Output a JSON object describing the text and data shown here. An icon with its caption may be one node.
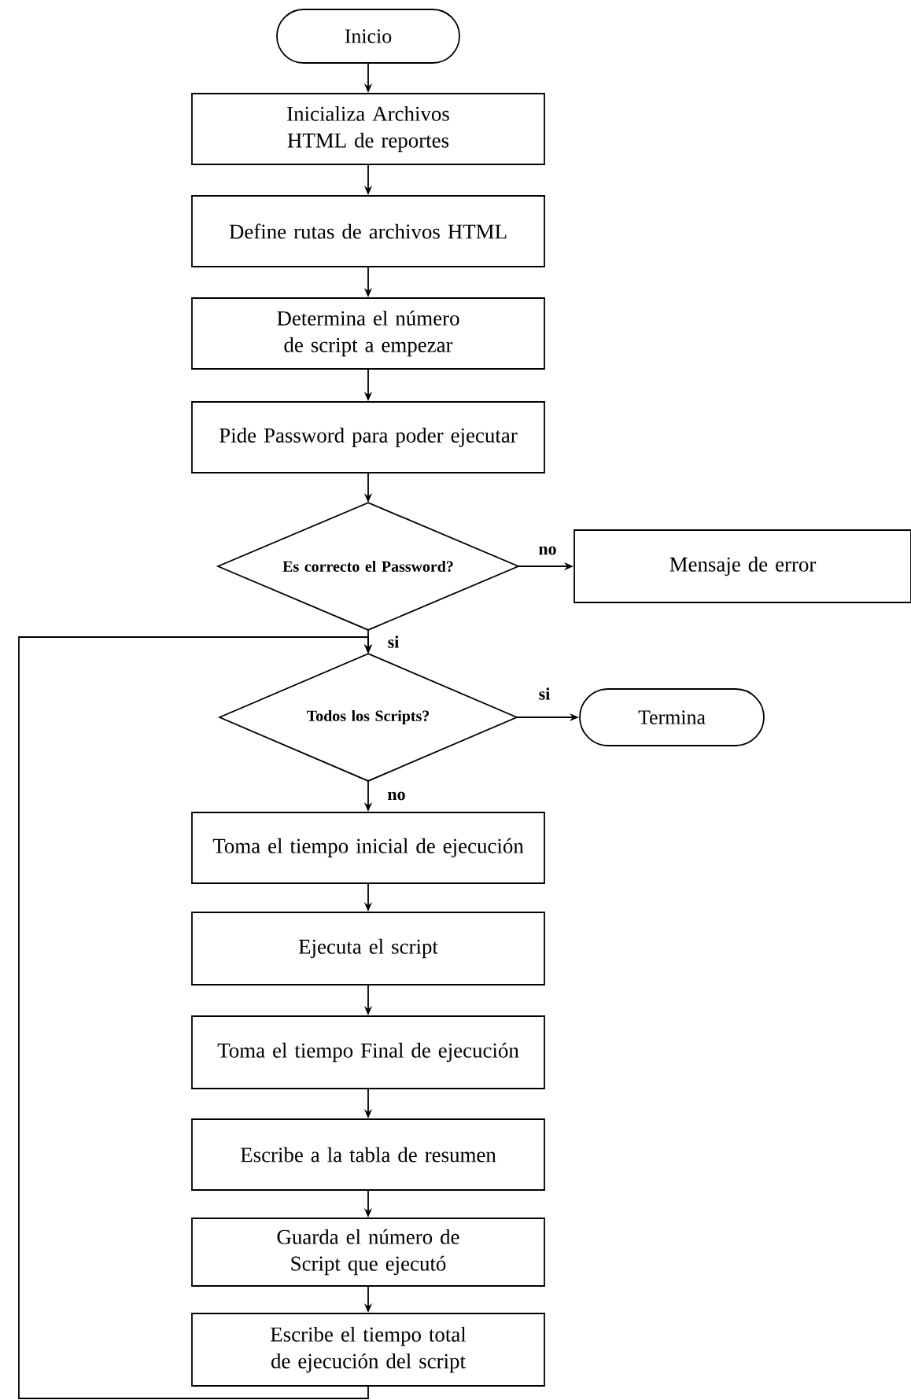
{
  "diagram": {
    "nodes": [
      {
        "text": [
          "Inicio"
        ]
      },
      {
        "text": [
          "Inicializa Archivos HTML de reportes"
        ]
      },
      {
        "text": [
          "Define rutas de archivos HTML"
        ]
      },
      {
        "text": [
          "Determina el número de script a empezar"
        ]
      },
      {
        "text": [
          "Pide Password para poder ejecutar"
        ]
      },
      {
        "text": [
          "Es correcto el Password?"
        ]
      },
      {
        "text": [
          "Mensaje de error"
        ]
      },
      {
        "text": [
          "Todos los Scripts?"
        ]
      },
      {
        "text": [
          "Termina"
        ]
      },
      {
        "text": [
          "Toma el tiempo inicial de ejecución"
        ]
      },
      {
        "text": [
          "Ejecuta el script"
        ]
      },
      {
        "text": [
          "Toma el tiempo Final de ejecución"
        ]
      },
      {
        "text": [
          "Escribe a la tabla de resumen"
        ]
      },
      {
        "text": [
          "Guarda el número de Script que ejecutó"
        ]
      },
      {
        "text": [
          "Escribe el tiempo total de ejecución del script"
        ]
      }
    ],
    "edges": [
      {
        "from": 0,
        "to": 1,
        "arrow": "to"
      },
      {
        "from": 1,
        "to": 2,
        "arrow": "to"
      },
      {
        "from": 2,
        "to": 3,
        "arrow": "to"
      },
      {
        "from": 3,
        "to": 4,
        "arrow": "to"
      },
      {
        "from": 4,
        "to": 5,
        "arrow": "to"
      },
      {
        "from": 5,
        "to": 6,
        "arrow": "to",
        "label": "no"
      },
      {
        "from": 5,
        "to": 7,
        "arrow": "to",
        "label": "si"
      },
      {
        "from": 7,
        "to": 8,
        "arrow": "to",
        "label": "si"
      },
      {
        "from": 7,
        "to": 9,
        "arrow": "to",
        "label": "no"
      },
      {
        "from": 9,
        "to": 10,
        "arrow": "to"
      },
      {
        "from": 10,
        "to": 11,
        "arrow": "to"
      },
      {
        "from": 11,
        "to": 12,
        "arrow": "to"
      },
      {
        "from": 12,
        "to": 13,
        "arrow": "to"
      },
      {
        "from": 13,
        "to": 14,
        "arrow": "to"
      },
      {
        "from": 14,
        "to": 7,
        "arrow": "to"
      }
    ]
  }
}
